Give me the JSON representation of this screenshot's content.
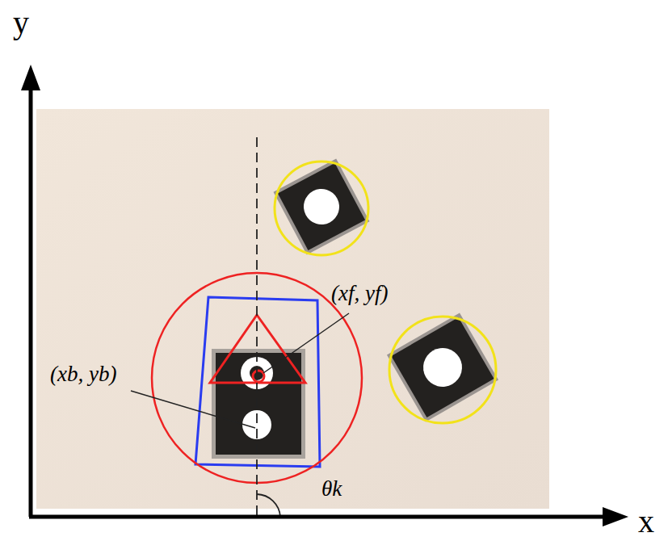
{
  "diagram": {
    "labels": [
      "y",
      "x",
      "(xf, yf)",
      "(xb, yb)",
      "θk"
    ]
  }
}
